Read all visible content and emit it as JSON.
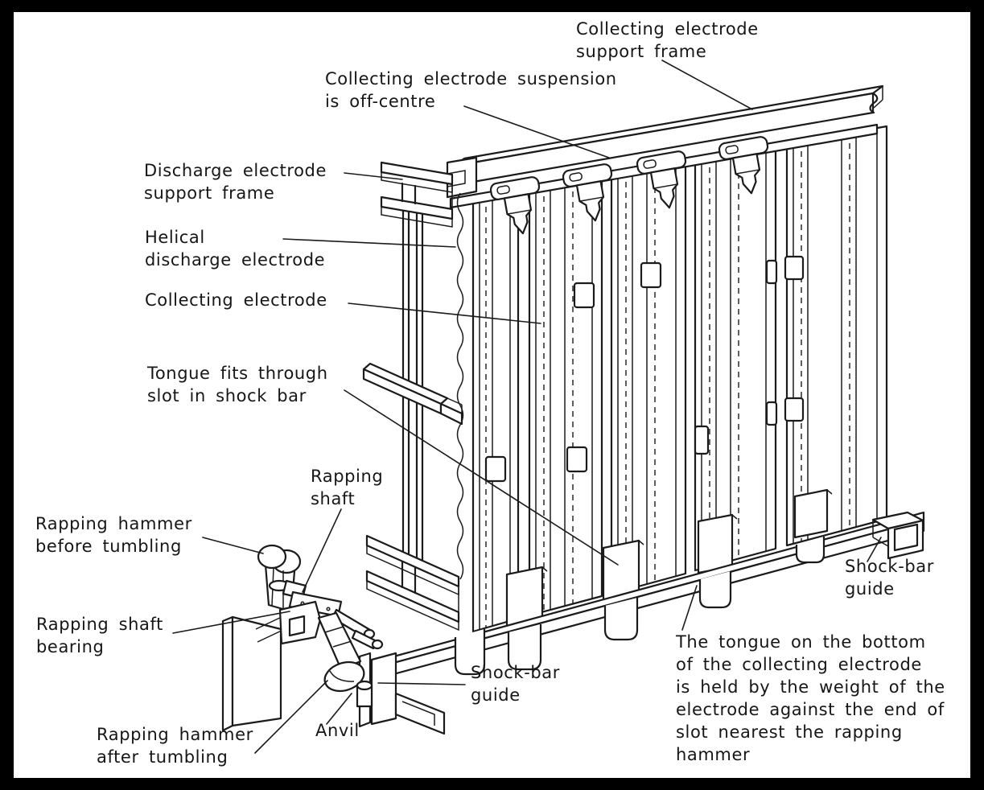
{
  "colors": {
    "ink": "#1b1b1b",
    "paper": "#ffffff",
    "border": "#000000"
  },
  "labels": {
    "collecting_support": {
      "line1": "Collecting electrode",
      "line2": "support frame"
    },
    "suspension": {
      "line1": "Collecting electrode suspension",
      "line2": "is off-centre"
    },
    "discharge_support": {
      "line1": "Discharge electrode",
      "line2": "support frame"
    },
    "helical": {
      "line1": "Helical",
      "line2": "discharge electrode"
    },
    "collecting_electrode": {
      "line1": "Collecting electrode"
    },
    "tongue": {
      "line1": "Tongue fits through",
      "line2": "slot in shock bar"
    },
    "rapping_shaft": {
      "line1": "Rapping",
      "line2": "shaft"
    },
    "hammer_before": {
      "line1": "Rapping hammer",
      "line2": "before tumbling"
    },
    "shaft_bearing": {
      "line1": "Rapping shaft",
      "line2": "bearing"
    },
    "hammer_after": {
      "line1": "Rapping hammer",
      "line2": "after tumbling"
    },
    "anvil": {
      "line1": "Anvil"
    },
    "shock_bar_guide_left": {
      "line1": "Shock-bar",
      "line2": "guide"
    },
    "shock_bar_guide_right": {
      "line1": "Shock-bar",
      "line2": "guide"
    }
  },
  "note": {
    "lines": [
      "The tongue on the bottom",
      "of the collecting electrode",
      "is held by the weight of the",
      "electrode against the end of",
      "slot nearest the rapping",
      "hammer"
    ]
  }
}
